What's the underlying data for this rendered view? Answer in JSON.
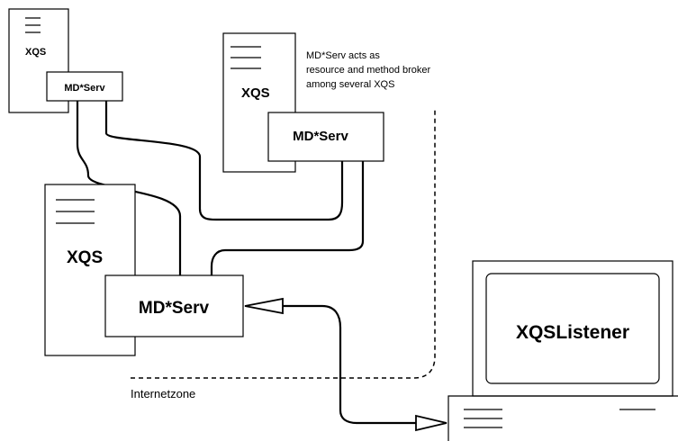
{
  "servers": {
    "small": {
      "title": "XQS",
      "module": "MD*Serv"
    },
    "middle": {
      "title": "XQS",
      "module": "MD*Serv"
    },
    "large": {
      "title": "XQS",
      "module": "MD*Serv"
    }
  },
  "annotation": {
    "line1": "MD*Serv acts as",
    "line2": "resource and method broker",
    "line3": "among several XQS"
  },
  "zone_label": "Internetzone",
  "client": {
    "screen_label": "XQSListener"
  }
}
